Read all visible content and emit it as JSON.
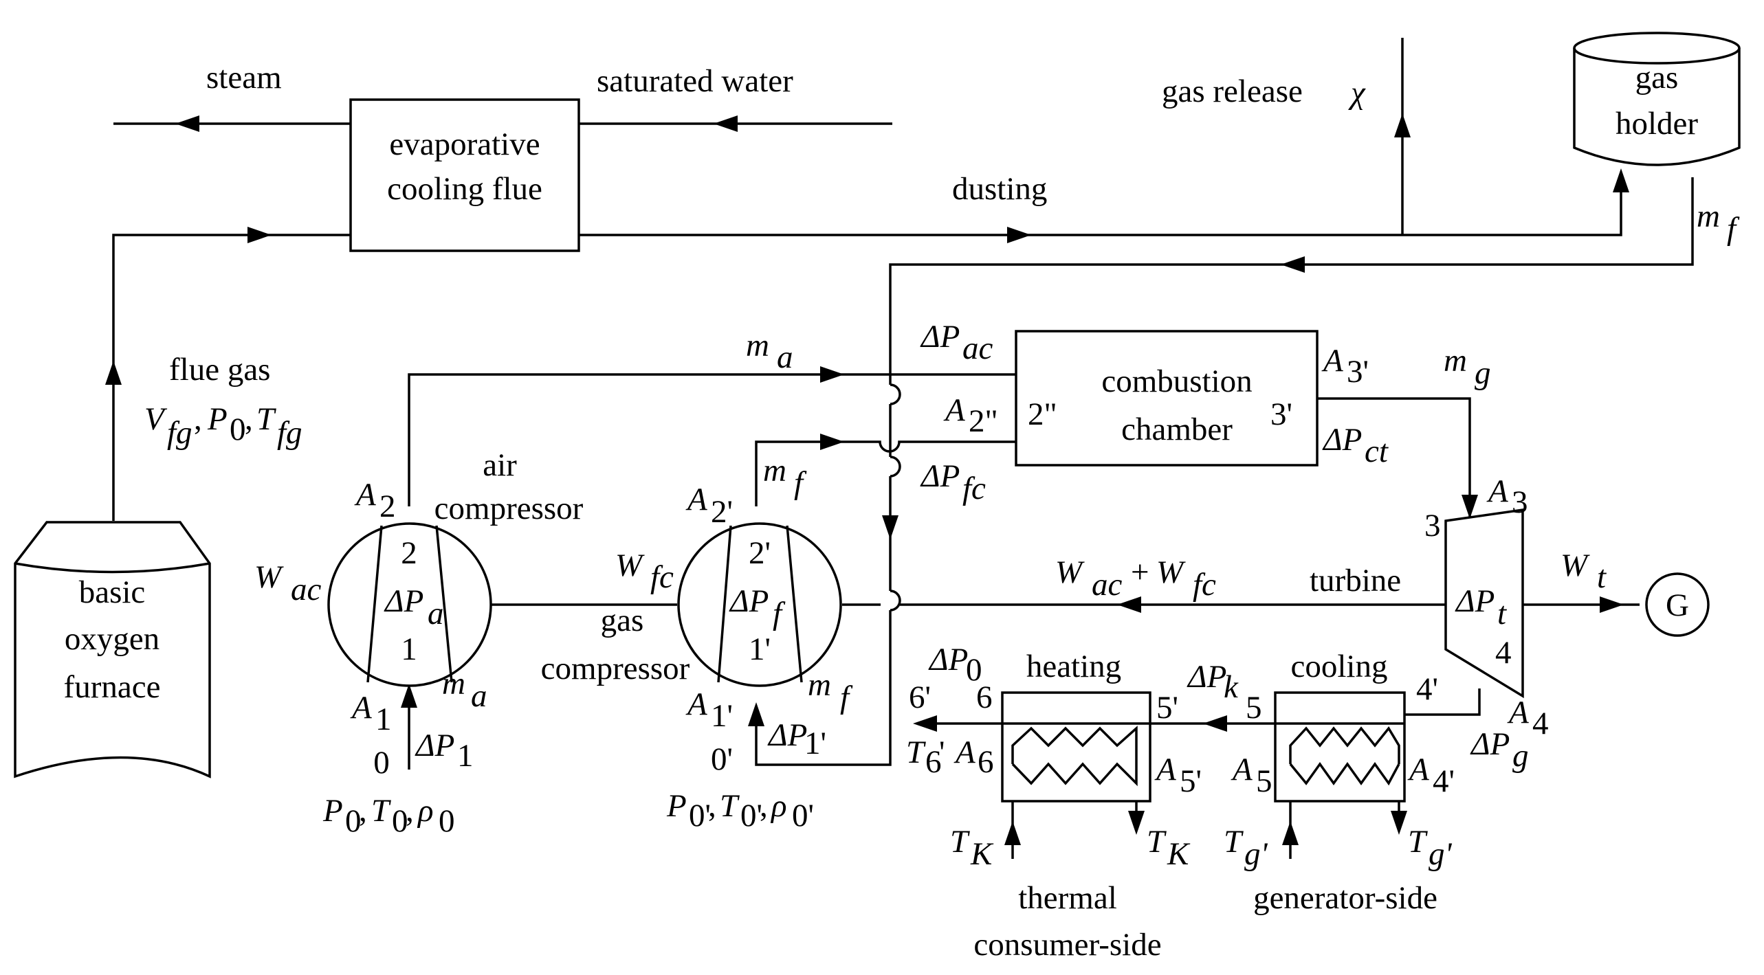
{
  "top_flow": {
    "steam": "steam",
    "saturated_water": "saturated water",
    "evap_line1": "evaporative",
    "evap_line2": "cooling flue",
    "dusting": "dusting",
    "gas_release": "gas release",
    "chi": "χ",
    "gas_holder_line1": "gas",
    "gas_holder_line2": "holder"
  },
  "furnace": {
    "line1": "basic",
    "line2": "oxygen",
    "line3": "furnace",
    "flue_gas": "flue gas"
  },
  "air_compressor": {
    "name1": "air",
    "name2": "compressor",
    "work": "W",
    "work_sub": "ac",
    "dp": "ΔP",
    "dp_sub": "a",
    "station_in": "1",
    "station_out": "2",
    "inlet_node": "0",
    "inlet_state": "P₀ , T₀ , ρ₀",
    "inlet_dp": "ΔP",
    "inlet_dp_sub": "1"
  },
  "gas_compressor": {
    "name1": "gas",
    "name2": "compressor",
    "work": "W",
    "work_sub": "fc",
    "dp": "ΔP",
    "dp_sub": "f",
    "station_in": "1'",
    "station_out": "2'",
    "inlet_node": "0'",
    "inlet_dp": "ΔP",
    "inlet_dp_sub": "1'"
  },
  "combustion": {
    "line1": "combustion",
    "line2": "chamber",
    "in_station": "2\"",
    "out_station": "3'",
    "dp_ac": "ΔP",
    "dp_ac_sub": "ac",
    "dp_fc": "ΔP",
    "dp_fc_sub": "fc",
    "dp_ct": "ΔP",
    "dp_ct_sub": "ct"
  },
  "turbine": {
    "name": "turbine",
    "dp": "ΔP",
    "dp_sub": "t",
    "station_in": "3",
    "station_out": "4",
    "work": "W",
    "work_sub": "t",
    "generator": "G",
    "shaft_label_a": "W",
    "shaft_label_a_sub": "ac",
    "shaft_label_plus": "+",
    "shaft_label_b": "W",
    "shaft_label_b_sub": "fc"
  },
  "cooling": {
    "name": "cooling",
    "station_in": "4'",
    "station_out": "5",
    "dp": "ΔP",
    "dp_sub": "g",
    "dp_k": "ΔP",
    "dp_k_sub": "k",
    "side": "generator-side"
  },
  "heating": {
    "name": "heating",
    "station_in": "5'",
    "station_out": "6",
    "exit_node": "6'",
    "dp0": "ΔP",
    "dp0_sub": "0",
    "side1": "thermal",
    "side2": "consumer-side"
  },
  "flows": {
    "m": "m",
    "a": "a",
    "f": "f",
    "g": "g"
  },
  "areas": {
    "A": "A",
    "s1": "1",
    "s1p": "1'",
    "s2": "2",
    "s2p": "2'",
    "s2pp": "2\"",
    "s3": "3",
    "s3p": "3'",
    "s4": "4",
    "s4p": "4'",
    "s5": "5",
    "s5p": "5'",
    "s6": "6"
  },
  "temps": {
    "T": "T",
    "K": "K",
    "g_prime": "g'",
    "six_prime": "6",
    "prime": "'"
  },
  "misc": {
    "V": "V",
    "fg": "fg",
    "P": "P",
    "zero": "0",
    "zero_p": "0'",
    "comma": ",",
    "rho": "ρ",
    "T0": "T"
  }
}
